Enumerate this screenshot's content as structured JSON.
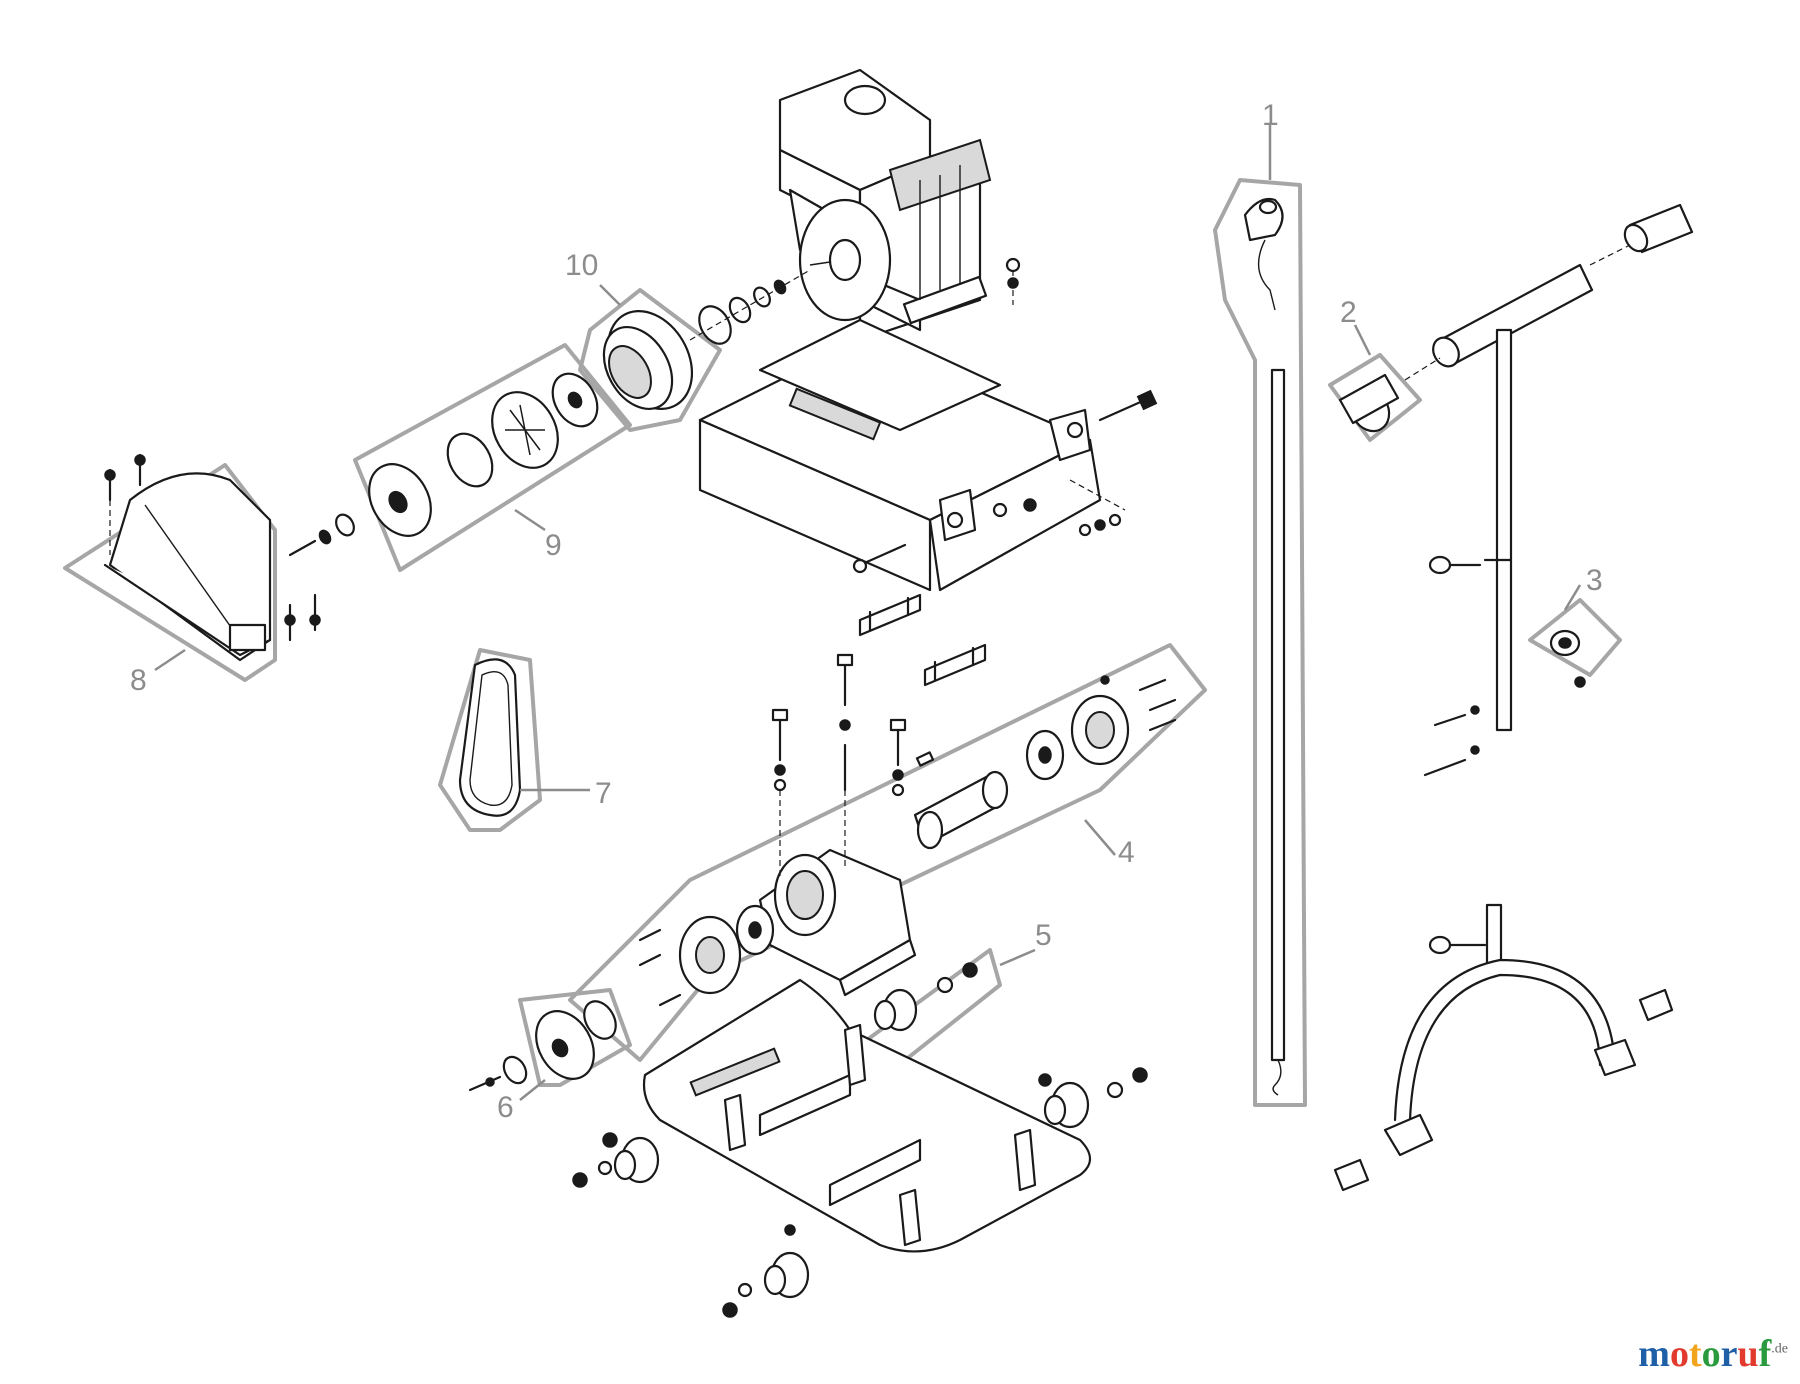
{
  "callouts": [
    {
      "number": "1"
    },
    {
      "number": "2"
    },
    {
      "number": "3"
    },
    {
      "number": "4"
    },
    {
      "number": "5"
    },
    {
      "number": "6"
    },
    {
      "number": "7"
    },
    {
      "number": "8"
    },
    {
      "number": "9"
    },
    {
      "number": "10"
    }
  ],
  "watermark": {
    "letters": [
      "m",
      "o",
      "t",
      "o",
      "r",
      "u",
      "f"
    ],
    "letter_colors": [
      "#1f5fa8",
      "#e23b2e",
      "#f2a51c",
      "#2a9a3e",
      "#1f5fa8",
      "#e23b2e",
      "#2a9a3e"
    ],
    "suffix": ".de"
  },
  "colors": {
    "line": "#1a1a1a",
    "group_outline": "#a6a6a6",
    "callout": "#8c8c8c",
    "part_shade": "#d9d9d9"
  }
}
